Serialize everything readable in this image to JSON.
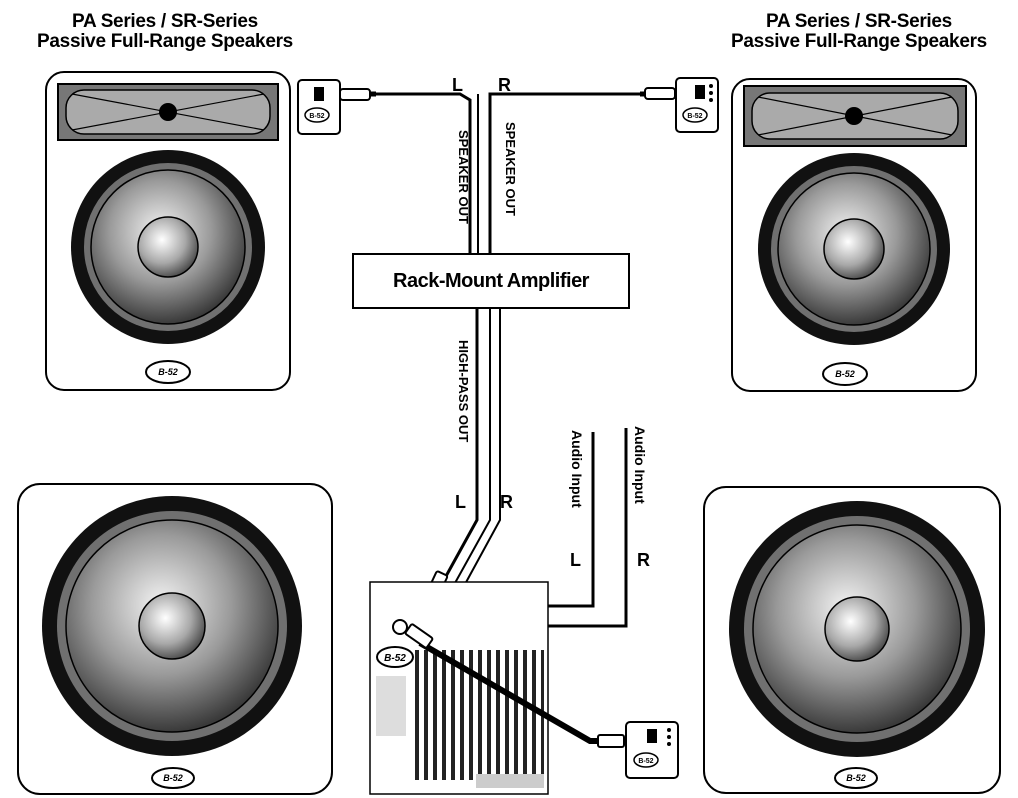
{
  "headings": {
    "left_line1": "PA Series / SR-Series",
    "left_line2": "Passive Full-Range Speakers",
    "right_line1": "PA Series / SR-Series",
    "right_line2": "Passive Full-Range Speakers"
  },
  "amplifier": {
    "label": "Rack-Mount Amplifier"
  },
  "cables": {
    "speaker_out_left": "SPEAKER OUT",
    "speaker_out_right": "SPEAKER OUT",
    "high_pass_out": "HIGH-PASS OUT",
    "audio_input_left": "Audio Input",
    "audio_input_right": "Audio Input",
    "channel_left": "L",
    "channel_right": "R"
  },
  "logos": {
    "brand": "B-52"
  },
  "colors": {
    "line": "#000000",
    "cabinet_fill": "#ffffff",
    "woofer_outer": "#111111",
    "woofer_cone": "#6e6e6e",
    "horn": "#8a8a8a"
  }
}
